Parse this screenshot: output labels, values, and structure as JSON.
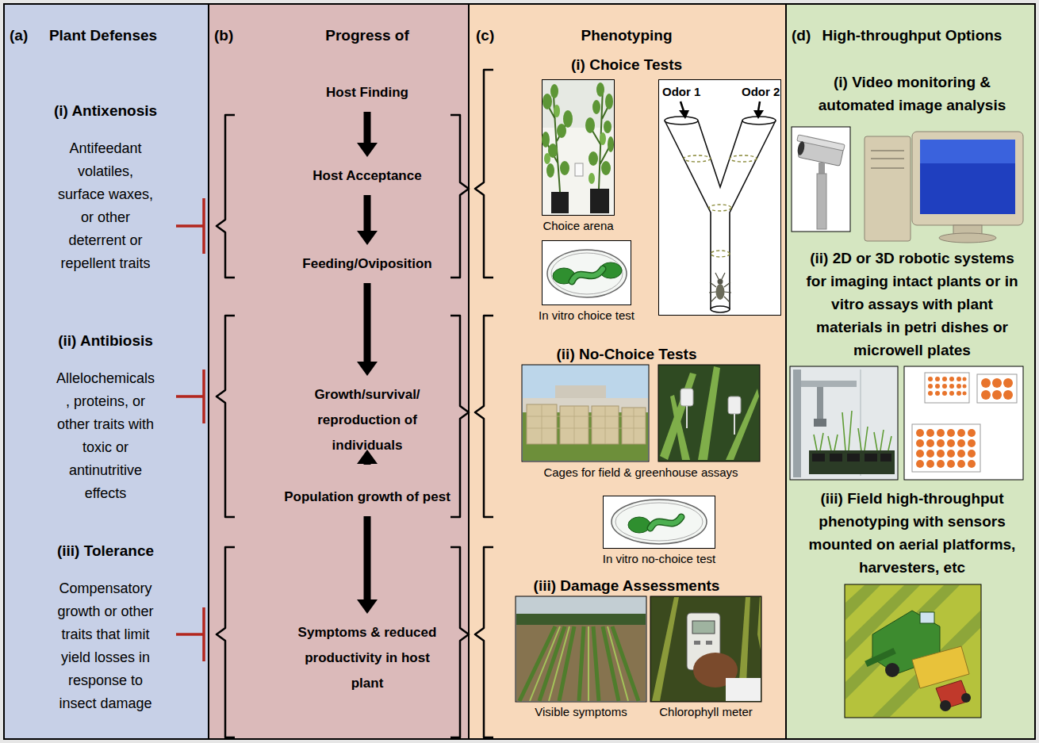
{
  "diagram": {
    "nodes": [
      {
        "text": [
          "(a)",
          "Plant Defenses"
        ]
      },
      {
        "text": [
          "(i) Antixenosis",
          "Antifeedant volatiles, surface waxes, or other deterrent or repellent traits"
        ],
        "in": 0
      },
      {
        "text": [
          "(ii) Antibiosis",
          "Allelochemicals , proteins, or other traits with toxic or antinutritive effects"
        ],
        "in": 0
      },
      {
        "text": [
          "(iii) Tolerance",
          "Compensatory growth or other traits that limit yield losses in response to insect damage"
        ],
        "in": 0
      },
      {
        "text": [
          "(b)",
          "Progress of"
        ]
      },
      {
        "text": [
          "Host Finding"
        ],
        "in": 4
      },
      {
        "text": [
          "Host Acceptance"
        ],
        "in": 4
      },
      {
        "text": [
          "Feeding/Oviposition"
        ],
        "in": 4
      },
      {
        "text": [
          "Growth/survival/ reproduction of individuals"
        ],
        "in": 4
      },
      {
        "text": [
          "Population growth of pest"
        ],
        "in": 4
      },
      {
        "text": [
          "Symptoms & reduced productivity in host plant"
        ],
        "in": 4
      },
      {
        "text": [
          "(c)",
          "Phenotyping"
        ]
      },
      {
        "text": [
          "Choice arena"
        ],
        "in": 11
      },
      {
        "text": [
          "Odor 1",
          "Odor 2"
        ],
        "in": 11
      },
      {
        "text": [
          "In vitro choice test"
        ],
        "in": 11
      },
      {
        "text": [
          "Cages for field & greenhouse assays"
        ],
        "in": 11
      },
      {
        "text": [
          "In vitro no-choice test"
        ],
        "in": 11
      },
      {
        "text": [
          "Visible symptoms"
        ],
        "in": 11
      },
      {
        "text": [
          "Chlorophyll meter"
        ],
        "in": 11
      },
      {
        "text": [
          "(d)",
          "High-throughput Options"
        ]
      }
    ],
    "edges": [
      {
        "from": 5,
        "to": 6,
        "arrow": "to"
      },
      {
        "from": 6,
        "to": 7,
        "arrow": "to"
      },
      {
        "from": 7,
        "to": 8,
        "arrow": "to"
      },
      {
        "from": 8,
        "to": 9,
        "arrow": "to"
      },
      {
        "from": 9,
        "to": 10,
        "arrow": "to"
      }
    ],
    "labels": [
      "(i) Choice Tests",
      "(ii) No-Choice Tests",
      "(iii) Damage Assessments",
      "(i) Video monitoring & automated image analysis",
      "(ii) 2D or 3D robotic systems for imaging intact plants or in vitro assays with plant materials in petri dishes or microwell plates",
      "(iii) Field high-throughput phenotyping with sensors mounted on aerial platforms, harvesters, etc"
    ]
  }
}
